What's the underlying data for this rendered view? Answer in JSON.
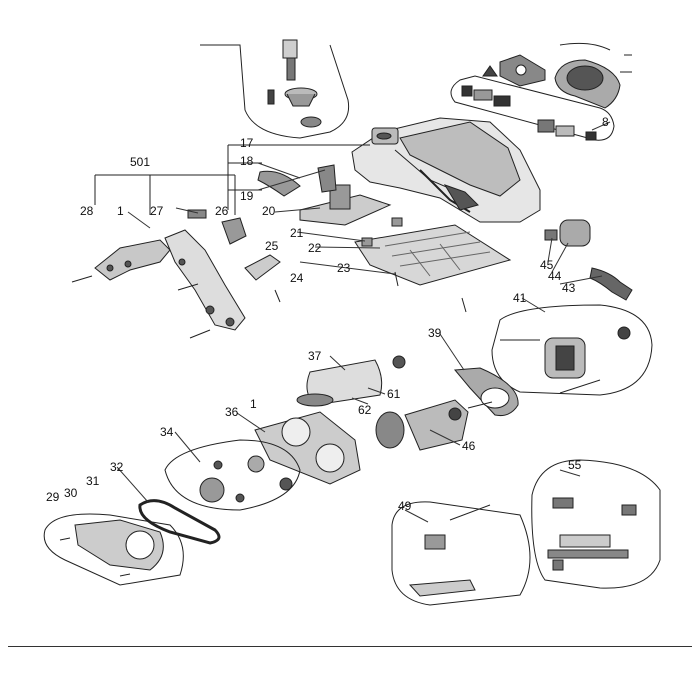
{
  "diagram": {
    "type": "exploded-parts-view",
    "callouts": [
      {
        "id": "501",
        "label": "501"
      },
      {
        "id": "28",
        "label": "28"
      },
      {
        "id": "1a",
        "label": "1"
      },
      {
        "id": "27",
        "label": "27"
      },
      {
        "id": "26",
        "label": "26"
      },
      {
        "id": "17",
        "label": "17"
      },
      {
        "id": "18",
        "label": "18"
      },
      {
        "id": "19",
        "label": "19"
      },
      {
        "id": "20",
        "label": "20"
      },
      {
        "id": "21",
        "label": "21"
      },
      {
        "id": "22",
        "label": "22"
      },
      {
        "id": "23",
        "label": "23"
      },
      {
        "id": "24",
        "label": "24"
      },
      {
        "id": "25",
        "label": "25"
      },
      {
        "id": "8",
        "label": "8"
      },
      {
        "id": "45",
        "label": "45"
      },
      {
        "id": "44",
        "label": "44"
      },
      {
        "id": "43",
        "label": "43"
      },
      {
        "id": "41",
        "label": "41"
      },
      {
        "id": "39",
        "label": "39"
      },
      {
        "id": "37",
        "label": "37"
      },
      {
        "id": "61",
        "label": "61"
      },
      {
        "id": "62",
        "label": "62"
      },
      {
        "id": "1b",
        "label": "1"
      },
      {
        "id": "36",
        "label": "36"
      },
      {
        "id": "34",
        "label": "34"
      },
      {
        "id": "46",
        "label": "46"
      },
      {
        "id": "32",
        "label": "32"
      },
      {
        "id": "29",
        "label": "29"
      },
      {
        "id": "30",
        "label": "30"
      },
      {
        "id": "31",
        "label": "31"
      },
      {
        "id": "49",
        "label": "49"
      },
      {
        "id": "55",
        "label": "55"
      }
    ]
  }
}
